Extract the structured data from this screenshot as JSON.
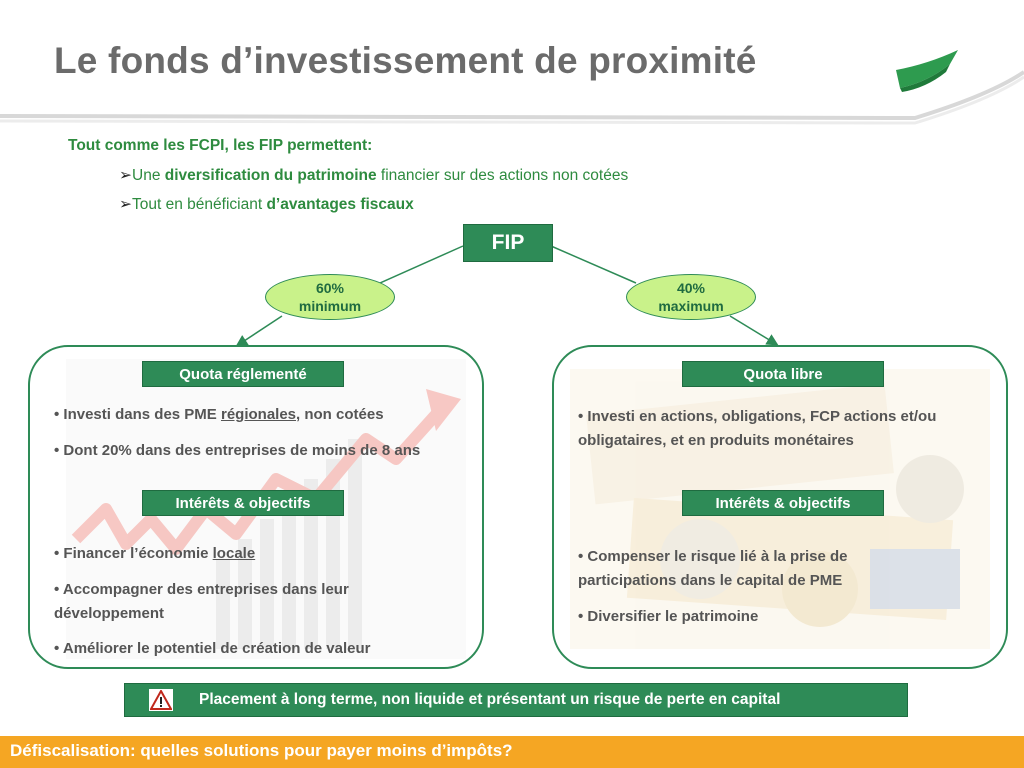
{
  "title": "Le fonds d’investissement de proximité",
  "intro": "Tout comme les FCPI, les FIP permettent:",
  "bullets": [
    {
      "prefix": "Une ",
      "bold": "diversification du patrimoine",
      "suffix": " financier sur des actions non cotées"
    },
    {
      "prefix": "Tout en bénéficiant ",
      "bold": "d’avantages fiscaux",
      "suffix": ""
    }
  ],
  "fip_label": "FIP",
  "left_oval": {
    "line1": "60%",
    "line2": "minimum"
  },
  "right_oval": {
    "line1": "40%",
    "line2": "maximum"
  },
  "left_panel": {
    "label1": "Quota réglementé",
    "items1": [
      {
        "pre": "• Investi dans des PME ",
        "u": "régionales",
        "post": ", non cotées"
      },
      {
        "pre": "• Dont 20% dans des entreprises de moins de 8 ans",
        "u": "",
        "post": ""
      }
    ],
    "label2": "Intérêts & objectifs",
    "items2": [
      {
        "pre": "• Financer l’économie ",
        "u": "locale",
        "post": ""
      },
      {
        "pre": "• Accompagner des entreprises dans leur développement",
        "u": "",
        "post": ""
      },
      {
        "pre": "• Améliorer le potentiel de création de valeur",
        "u": "",
        "post": ""
      }
    ]
  },
  "right_panel": {
    "label1": "Quota libre",
    "items1": [
      {
        "text": "• Investi en actions, obligations, FCP actions et/ou obligataires, et en produits monétaires"
      }
    ],
    "label2": "Intérêts & objectifs",
    "items2": [
      {
        "text": "• Compenser le risque lié à la prise de participations dans le capital de PME"
      },
      {
        "text": "• Diversifier le patrimoine"
      }
    ]
  },
  "warning": "Placement à long terme, non liquide et présentant un risque de perte en capital",
  "footer": "Défiscalisation: quelles solutions pour payer moins d’impôts?",
  "colors": {
    "green": "#2e8b57",
    "oval": "#c9f28a",
    "footer": "#f5a623",
    "title": "#6b6b6b"
  },
  "icons": {
    "warning": "warning-triangle-icon",
    "logo": "green-swoosh-logo"
  }
}
